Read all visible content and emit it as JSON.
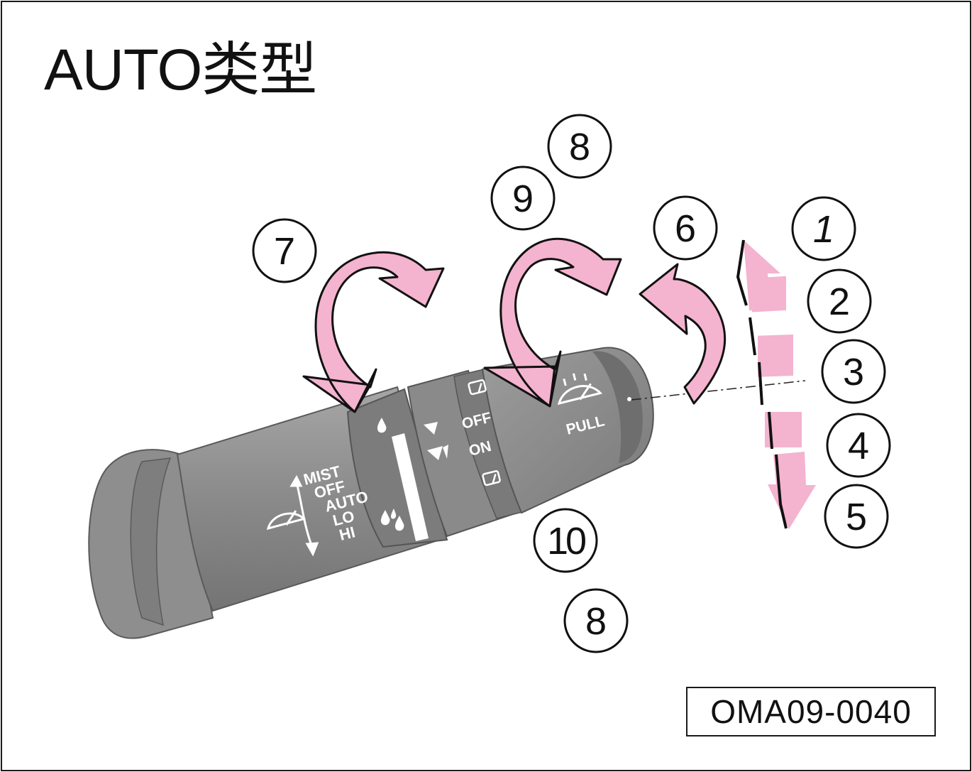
{
  "title": "AUTO类型",
  "diagram_code": "OMA09-0040",
  "lever": {
    "mode_labels": [
      "MIST",
      "OFF",
      "AUTO",
      "LO",
      "HI"
    ],
    "washer_ring_labels": [
      "OFF",
      "ON"
    ],
    "pull_label": "PULL"
  },
  "callouts": [
    "1",
    "2",
    "3",
    "4",
    "5",
    "6",
    "7",
    "8",
    "9",
    "10",
    "8"
  ],
  "colors": {
    "arrow_fill": "#f4b3cf",
    "lever_body": "#8c8c8c",
    "lever_dark": "#6a6a6a",
    "outline": "#111111"
  }
}
